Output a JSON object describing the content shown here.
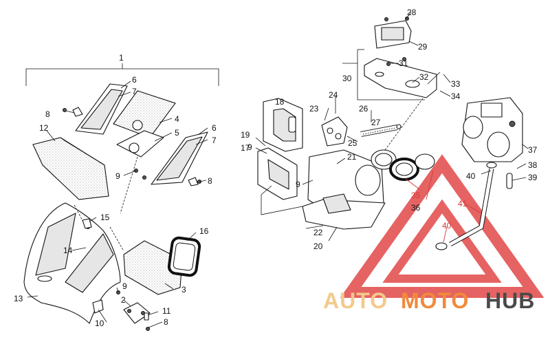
{
  "watermark": {
    "auto": "AUTO",
    "moto": "MOTO",
    "hub": "HUB",
    "colors": {
      "red": "#e03c3c",
      "auto": "#f3c98c",
      "moto": "#f08a3c",
      "hub": "#4a4a4a"
    }
  },
  "callouts": [
    {
      "id": "c1",
      "label": "1"
    },
    {
      "id": "c2",
      "label": "2"
    },
    {
      "id": "c3",
      "label": "3"
    },
    {
      "id": "c4",
      "label": "4"
    },
    {
      "id": "c5",
      "label": "5"
    },
    {
      "id": "c6a",
      "label": "6"
    },
    {
      "id": "c6b",
      "label": "6"
    },
    {
      "id": "c7a",
      "label": "7"
    },
    {
      "id": "c7b",
      "label": "7"
    },
    {
      "id": "c8a",
      "label": "8"
    },
    {
      "id": "c8b",
      "label": "8"
    },
    {
      "id": "c8c",
      "label": "8"
    },
    {
      "id": "c9a",
      "label": "9"
    },
    {
      "id": "c9b",
      "label": "9"
    },
    {
      "id": "c9c",
      "label": "9"
    },
    {
      "id": "c9d",
      "label": "9"
    },
    {
      "id": "c10",
      "label": "10"
    },
    {
      "id": "c11",
      "label": "11"
    },
    {
      "id": "c12",
      "label": "12"
    },
    {
      "id": "c13",
      "label": "13"
    },
    {
      "id": "c14",
      "label": "14"
    },
    {
      "id": "c15",
      "label": "15"
    },
    {
      "id": "c16",
      "label": "16"
    },
    {
      "id": "c17",
      "label": "17"
    },
    {
      "id": "c18",
      "label": "18"
    },
    {
      "id": "c19",
      "label": "19"
    },
    {
      "id": "c20",
      "label": "20"
    },
    {
      "id": "c21",
      "label": "21"
    },
    {
      "id": "c22",
      "label": "22"
    },
    {
      "id": "c23",
      "label": "23"
    },
    {
      "id": "c24",
      "label": "24"
    },
    {
      "id": "c25",
      "label": "25"
    },
    {
      "id": "c26",
      "label": "26"
    },
    {
      "id": "c27",
      "label": "27"
    },
    {
      "id": "c28",
      "label": "28"
    },
    {
      "id": "c29",
      "label": "29"
    },
    {
      "id": "c30",
      "label": "30"
    },
    {
      "id": "c31",
      "label": "31"
    },
    {
      "id": "c32",
      "label": "32"
    },
    {
      "id": "c33",
      "label": "33"
    },
    {
      "id": "c34",
      "label": "34"
    },
    {
      "id": "c35",
      "label": "35"
    },
    {
      "id": "c36",
      "label": "36"
    },
    {
      "id": "c37",
      "label": "37"
    },
    {
      "id": "c38",
      "label": "38"
    },
    {
      "id": "c39",
      "label": "39"
    },
    {
      "id": "c40a",
      "label": "40"
    },
    {
      "id": "c40b",
      "label": "40"
    },
    {
      "id": "c41",
      "label": "41"
    }
  ]
}
